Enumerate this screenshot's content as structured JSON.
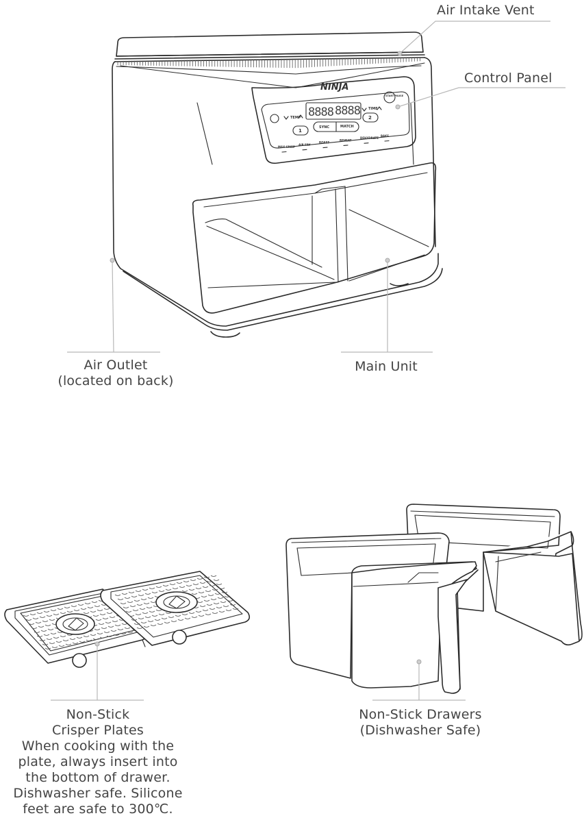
{
  "labels": {
    "air_intake_vent": "Air Intake Vent",
    "control_panel": "Control Panel",
    "air_outlet_line1": "Air Outlet",
    "air_outlet_line2": "(located on back)",
    "main_unit": "Main Unit",
    "crisper_plates": [
      "Non-Stick",
      "Crisper Plates",
      "When cooking with the",
      "plate, always insert into",
      "the bottom of drawer.",
      "Dishwasher safe. Silicone",
      "feet are safe to 300℃."
    ],
    "drawers_line1": "Non-Stick Drawers",
    "drawers_line2": "(Dishwasher Safe)"
  },
  "panel": {
    "brand": "NINJA",
    "display_left": "8888",
    "display_right": "8888",
    "temp_label": "TEMP",
    "time_label": "TIME",
    "zone1": "1",
    "zone2": "2",
    "sync": "SYNC",
    "match": "MATCH",
    "start_pause": "START PAUSE",
    "functions": [
      "MAX CRISP",
      "AIR FRY",
      "ROAST",
      "REHEAT",
      "DEHYDRATE",
      "BAKE"
    ]
  }
}
